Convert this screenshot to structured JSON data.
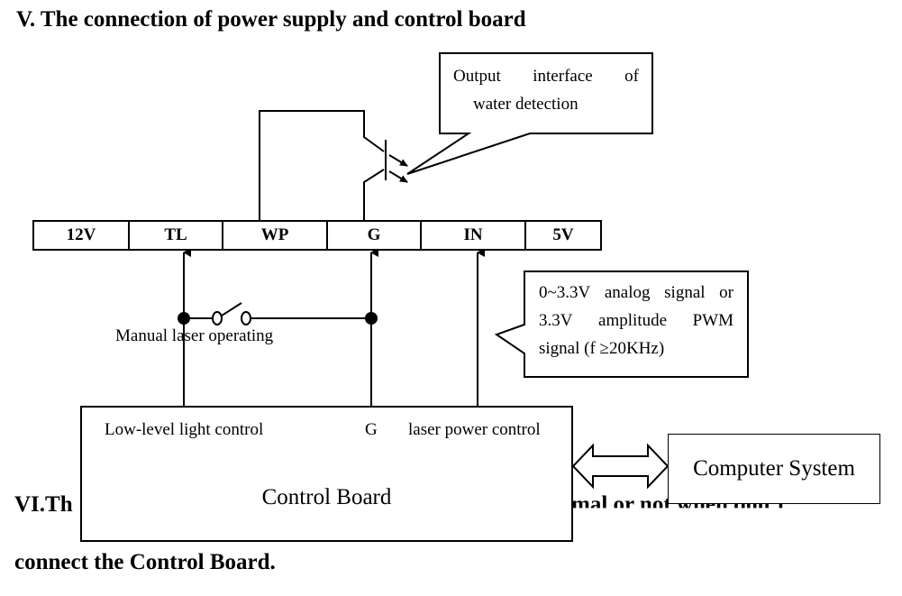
{
  "headings": {
    "section_v": "V. The connection of power supply and control board",
    "section_vi_line1_left": "VI.Th",
    "section_vi_line1_right": "mal  or  not  when  don’t",
    "section_vi_line2": "connect the Control Board."
  },
  "terminals": [
    "12V",
    "TL",
    "WP",
    "G",
    "IN",
    "5V"
  ],
  "callouts": {
    "water_detection_line1": [
      "Output",
      "interface",
      "of"
    ],
    "water_detection_line2": "water detection",
    "analog_line1": [
      "0~3.3V",
      "analog",
      "signal",
      "or"
    ],
    "analog_line2": [
      "3.3V",
      "amplitude",
      "PWM"
    ],
    "analog_line3": "signal (f  ≥20KHz)"
  },
  "labels": {
    "manual_laser": "Manual laser operating",
    "low_level_light": "Low-level light control",
    "ground": "G",
    "laser_power": "laser power control",
    "control_board": "Control Board",
    "computer_system": "Computer System"
  }
}
